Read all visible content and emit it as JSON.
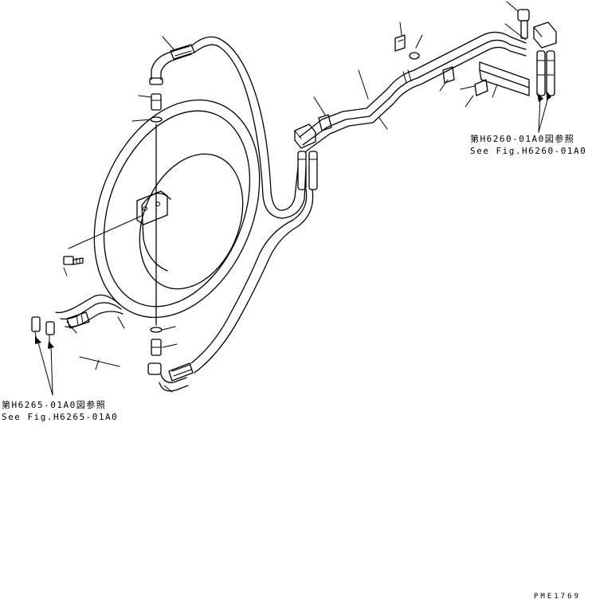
{
  "references": [
    {
      "id": "ref-h6260",
      "jp": "第H6260-01A0図参照",
      "en": "See Fig.H6260-01A0"
    },
    {
      "id": "ref-h6265",
      "jp": "第H6265-01A0図参照",
      "en": "See Fig.H6265-01A0"
    }
  ],
  "drawing_code": "PME1769"
}
